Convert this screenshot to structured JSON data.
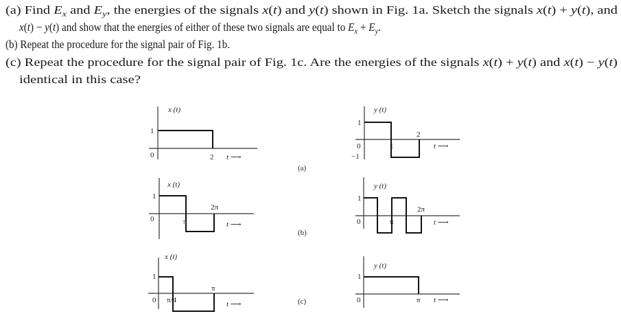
{
  "problem_lines": [
    [
      {
        "t": "(a)  Find "
      },
      {
        "t": "E",
        "i": true
      },
      {
        "t": "x",
        "i": true,
        "sub": true
      },
      {
        "t": " and "
      },
      {
        "t": "E",
        "i": true
      },
      {
        "t": "y",
        "i": true,
        "sub": true
      },
      {
        "t": ", the energies of the signals "
      },
      {
        "t": "x",
        "i": true
      },
      {
        "t": "("
      },
      {
        "t": "t",
        "i": true
      },
      {
        "t": ") and "
      },
      {
        "t": "y",
        "i": true
      },
      {
        "t": "("
      },
      {
        "t": "t",
        "i": true
      },
      {
        "t": ") shown in Fig. 1a. Sketch the signals "
      },
      {
        "t": "x",
        "i": true
      },
      {
        "t": "("
      },
      {
        "t": "t",
        "i": true
      },
      {
        "t": ") + "
      },
      {
        "t": "y",
        "i": true
      },
      {
        "t": "("
      },
      {
        "t": "t",
        "i": true
      },
      {
        "t": "), and"
      }
    ],
    [
      {
        "t": "x",
        "i": true
      },
      {
        "t": "("
      },
      {
        "t": "t",
        "i": true
      },
      {
        "t": ") − "
      },
      {
        "t": "y",
        "i": true
      },
      {
        "t": "("
      },
      {
        "t": "t",
        "i": true
      },
      {
        "t": ") and show that the energies of either of these two signals are equal to "
      },
      {
        "t": "E",
        "i": true
      },
      {
        "t": "x",
        "i": true,
        "sub": true
      },
      {
        "t": " + "
      },
      {
        "t": "E",
        "i": true
      },
      {
        "t": "y",
        "i": true,
        "sub": true
      },
      {
        "t": "."
      }
    ],
    [
      {
        "t": "(b)  Repeat the procedure for the signal pair of Fig. 1b."
      }
    ],
    [
      {
        "t": "(c)  Repeat the procedure for the signal pair of Fig. 1c. Are the energies of the signals "
      },
      {
        "t": "x",
        "i": true
      },
      {
        "t": "("
      },
      {
        "t": "t",
        "i": true
      },
      {
        "t": ") + "
      },
      {
        "t": "y",
        "i": true
      },
      {
        "t": "("
      },
      {
        "t": "t",
        "i": true
      },
      {
        "t": ") and "
      },
      {
        "t": "x",
        "i": true
      },
      {
        "t": "("
      },
      {
        "t": "t",
        "i": true
      },
      {
        "t": ") − "
      },
      {
        "t": "y",
        "i": true
      },
      {
        "t": "("
      },
      {
        "t": "t",
        "i": true
      },
      {
        "t": ")"
      }
    ],
    [
      {
        "t": "identical in this case?"
      }
    ]
  ],
  "figures": {
    "a": {
      "caption": "(a)",
      "x": {
        "title": "x (t)",
        "one": "1",
        "zero": "0",
        "t1": "2",
        "t_axis": "t ⟶"
      },
      "y": {
        "title": "y (t)",
        "one": "1",
        "zero": "0",
        "minus_one": "−1",
        "t_mid": "1",
        "t2": "2",
        "t_axis": "t ⟶"
      }
    },
    "b": {
      "caption": "(b)",
      "x": {
        "title": "x (t)",
        "one": "1",
        "zero": "0",
        "pi": "π",
        "two_pi": "2π",
        "t_axis": "t ⟶"
      },
      "y": {
        "title": "y (t)",
        "one": "1",
        "zero": "0",
        "pi": "π",
        "two_pi": "2π",
        "t_axis": "t ⟶"
      }
    },
    "c": {
      "caption": "(c)",
      "x": {
        "title": "x (t)",
        "one": "1",
        "zero": "0",
        "pi_4": "π/4",
        "pi": "π",
        "t_axis": "t ⟶"
      },
      "y": {
        "title": "y (t)",
        "one": "1",
        "zero": "0",
        "pi": "π",
        "t_axis": "t ⟶"
      }
    }
  }
}
